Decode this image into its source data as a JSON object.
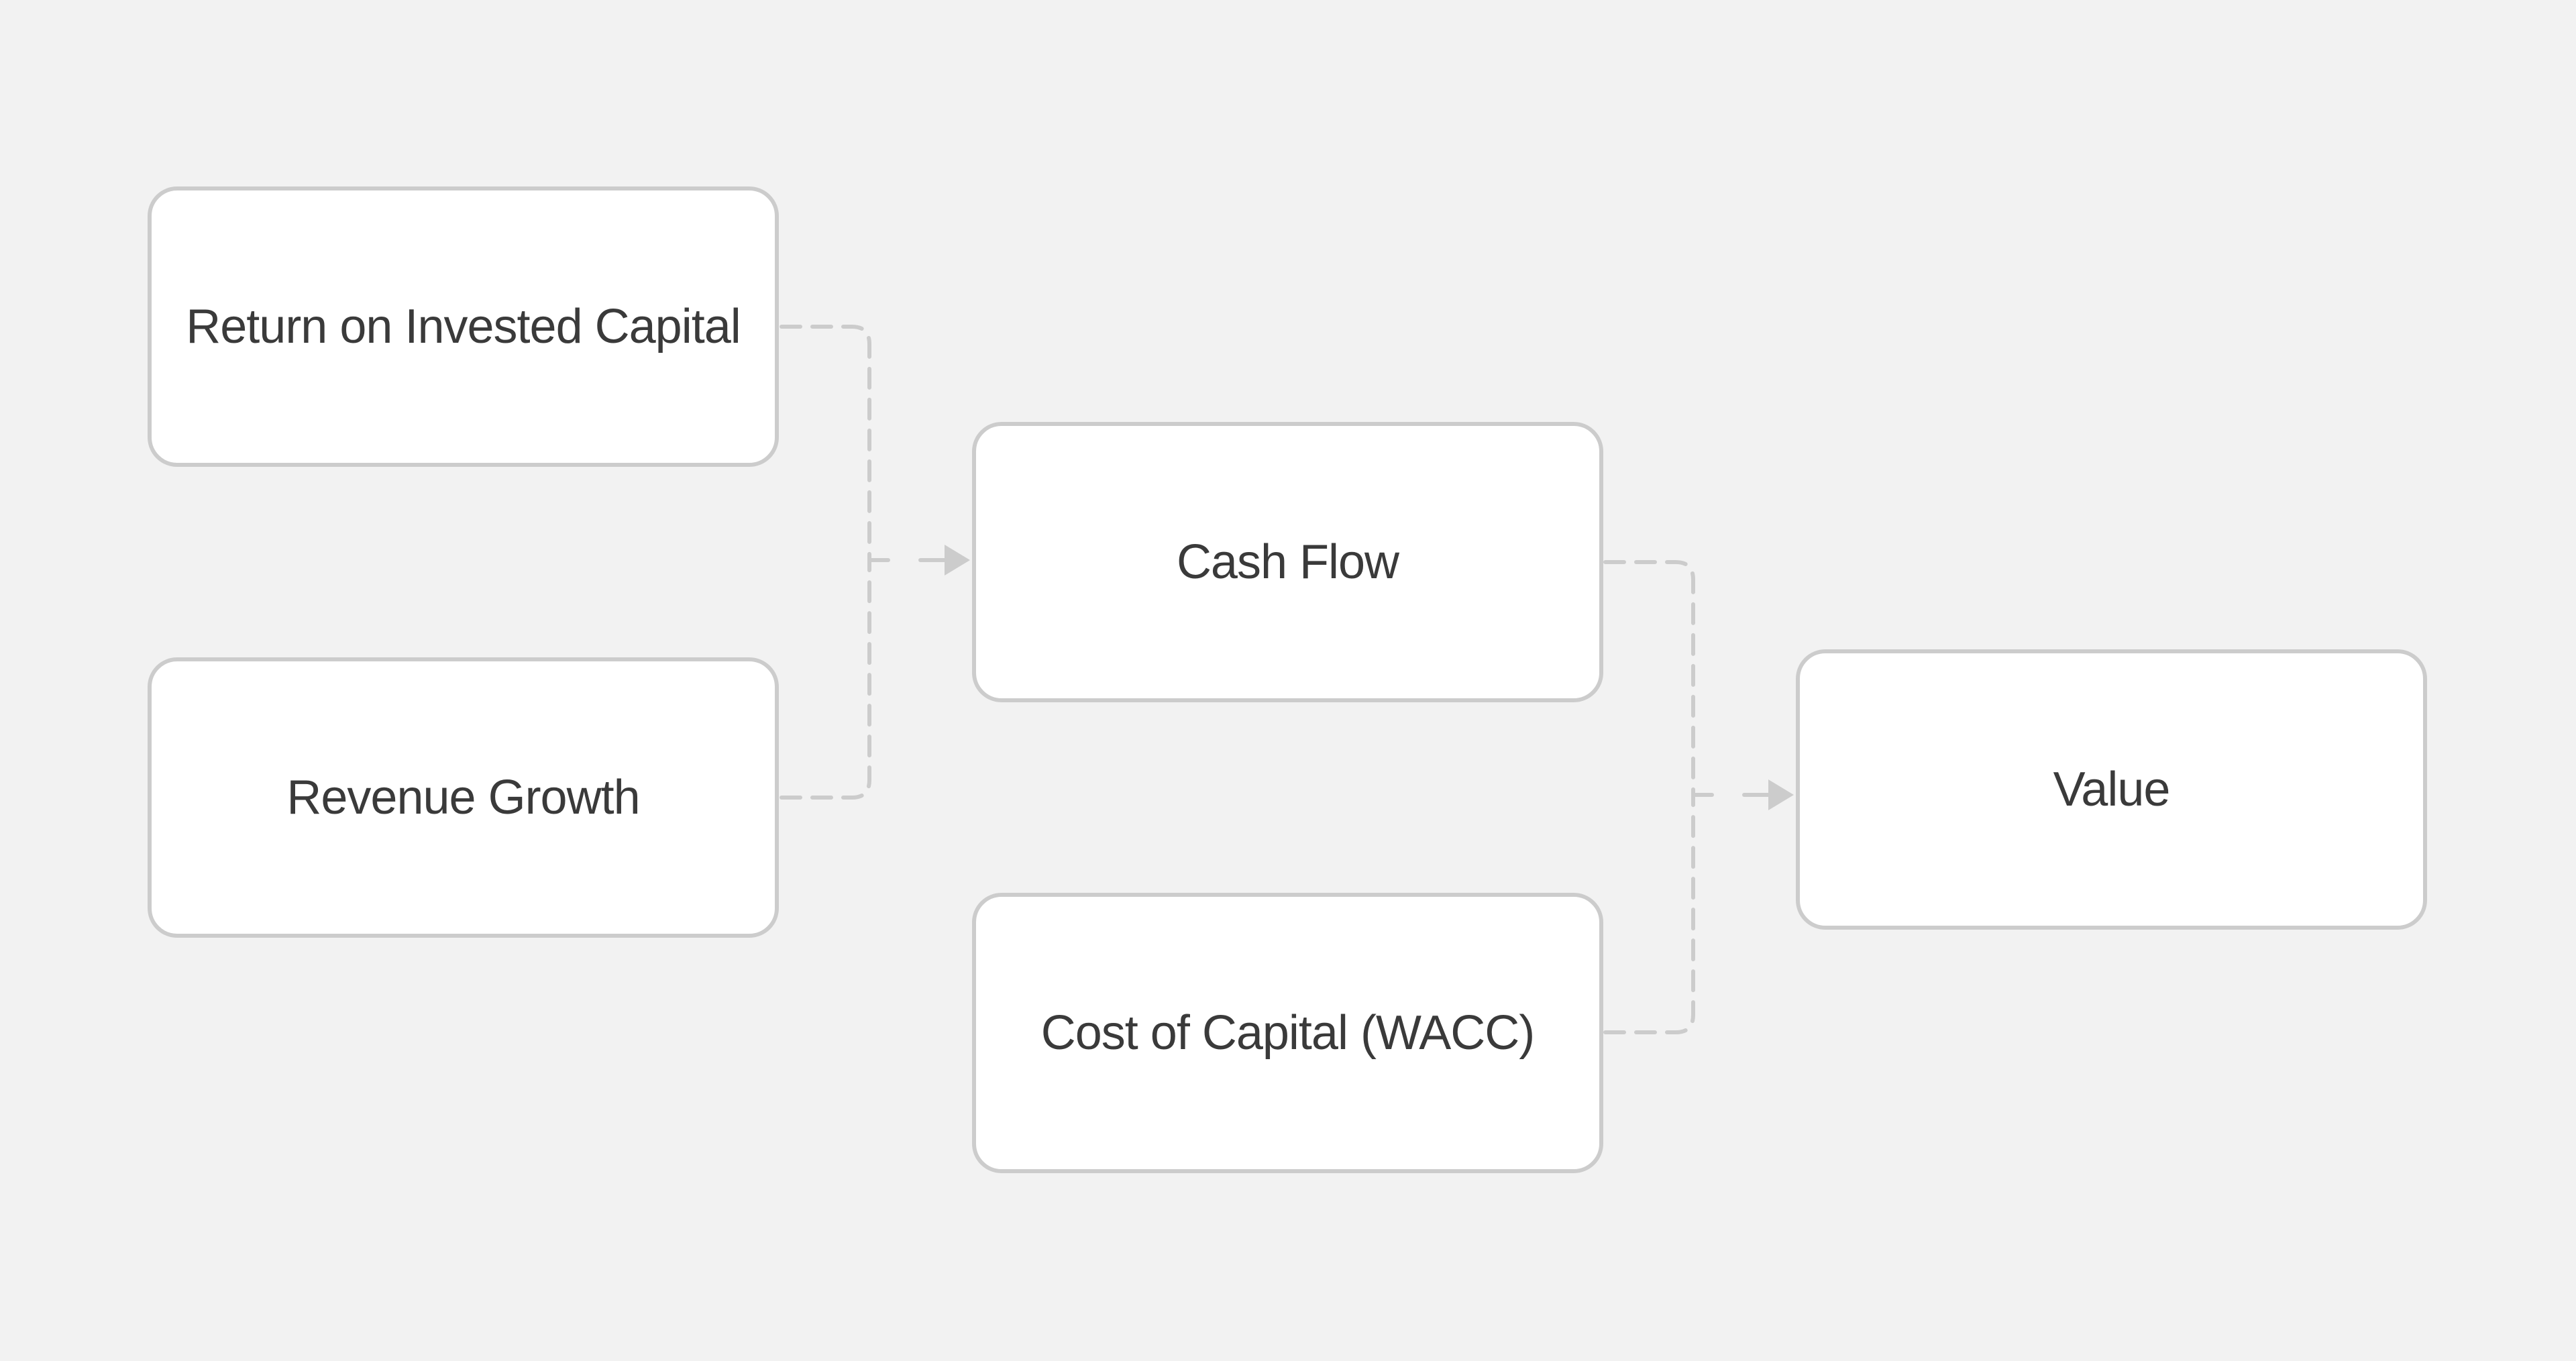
{
  "diagram": {
    "nodes": {
      "roic": {
        "label": "Return on Invested Capital"
      },
      "revenue_growth": {
        "label": "Revenue Growth"
      },
      "cash_flow": {
        "label": "Cash Flow"
      },
      "wacc": {
        "label": "Cost of Capital (WACC)"
      },
      "value": {
        "label": "Value"
      }
    },
    "edges": [
      {
        "from": "Return on Invested Capital",
        "to": "Cash Flow"
      },
      {
        "from": "Revenue Growth",
        "to": "Cash Flow"
      },
      {
        "from": "Cash Flow",
        "to": "Value"
      },
      {
        "from": "Cost of Capital (WACC)",
        "to": "Value"
      }
    ],
    "colors": {
      "background": "#f2f2f2",
      "node_fill": "#ffffff",
      "node_border": "#cccccc",
      "connector": "#cccccc",
      "text": "#3a3a3a"
    }
  }
}
